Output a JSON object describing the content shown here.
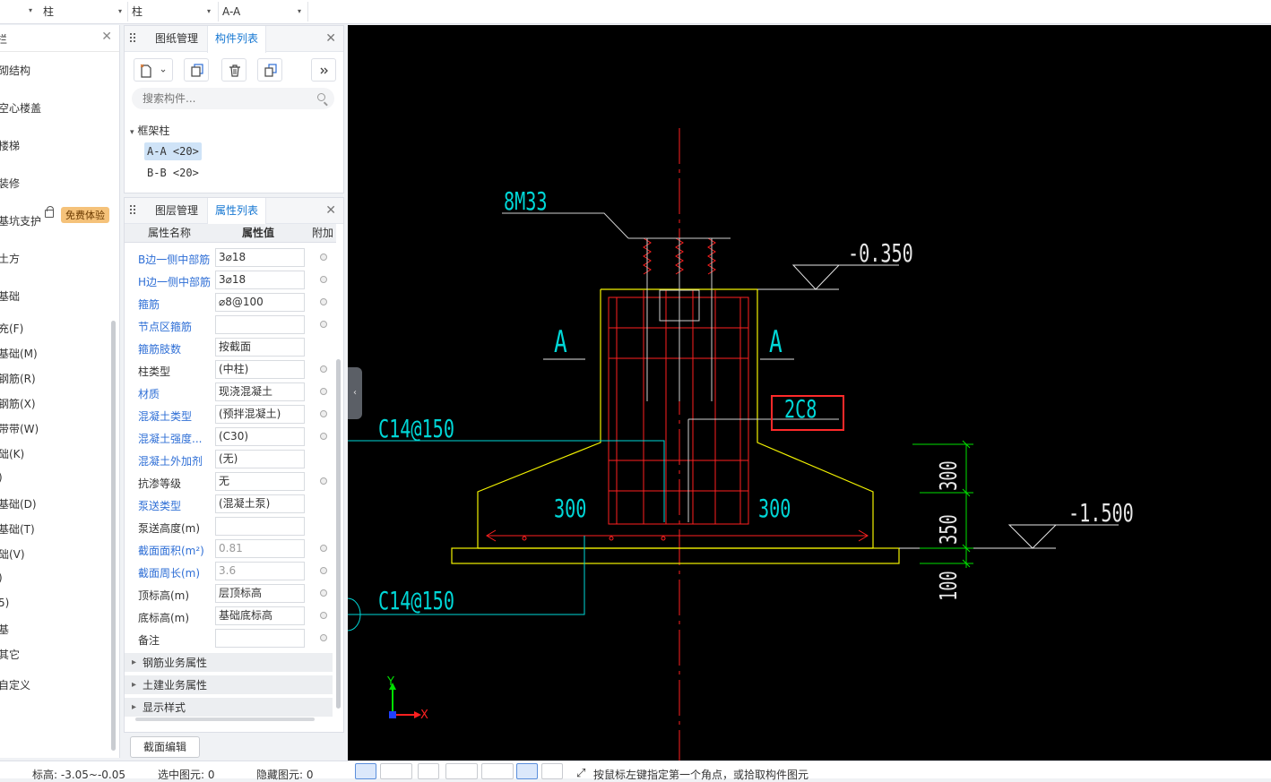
{
  "selectors": [
    {
      "value": "柱"
    },
    {
      "value": "柱"
    },
    {
      "value": "A-A"
    }
  ],
  "leftnav": {
    "title": "栏",
    "items": [
      "砌结构",
      "空心楼盖",
      "楼梯",
      "装修",
      "基坑支护",
      "土方",
      "基础",
      "充(F)",
      "基础(M)",
      "钢筋(R)",
      "钢筋(X)",
      "带带(W)",
      "础(K)",
      ")",
      "基础(D)",
      "基础(T)",
      "础(V)",
      ")",
      "5)",
      "基",
      "其它",
      "自定义"
    ],
    "badge": "免费体验"
  },
  "panel_top": {
    "tabs": [
      "图纸管理",
      "构件列表"
    ],
    "active_tab": 1,
    "search_placeholder": "搜索构件...",
    "group": "框架柱",
    "items": [
      "A-A <20>",
      "B-B <20>"
    ],
    "selected_item": 0
  },
  "panel_props": {
    "tabs": [
      "图层管理",
      "属性列表"
    ],
    "active_tab": 1,
    "columns": [
      "属性名称",
      "属性值",
      "附加"
    ],
    "rows": [
      {
        "name": "B边一侧中部筋",
        "value": "3⌀18",
        "blue": true,
        "dot": true
      },
      {
        "name": "H边一侧中部筋",
        "value": "3⌀18",
        "blue": true,
        "dot": true
      },
      {
        "name": "箍筋",
        "value": "⌀8@100",
        "blue": true,
        "dot": true
      },
      {
        "name": "节点区箍筋",
        "value": "",
        "blue": true,
        "dot": true
      },
      {
        "name": "箍筋肢数",
        "value": "按截面",
        "blue": true,
        "dot": false
      },
      {
        "name": "柱类型",
        "value": "(中柱)",
        "blue": false,
        "dot": true
      },
      {
        "name": "材质",
        "value": "现浇混凝土",
        "blue": true,
        "dot": true
      },
      {
        "name": "混凝土类型",
        "value": "(预拌混凝土)",
        "blue": true,
        "dot": true
      },
      {
        "name": "混凝土强度...",
        "value": "(C30)",
        "blue": true,
        "dot": true
      },
      {
        "name": "混凝土外加剂",
        "value": "(无)",
        "blue": true,
        "dot": false
      },
      {
        "name": "抗渗等级",
        "value": "无",
        "blue": false,
        "dot": true
      },
      {
        "name": "泵送类型",
        "value": "(混凝土泵)",
        "blue": true,
        "dot": false
      },
      {
        "name": "泵送高度(m)",
        "value": "",
        "blue": false,
        "dot": false
      },
      {
        "name": "截面面积(m²)",
        "value": "0.81",
        "blue": true,
        "dot": true,
        "grey": true
      },
      {
        "name": "截面周长(m)",
        "value": "3.6",
        "blue": true,
        "dot": true,
        "grey": true
      },
      {
        "name": "顶标高(m)",
        "value": "层顶标高",
        "blue": false,
        "dot": true
      },
      {
        "name": "底标高(m)",
        "value": "基础底标高",
        "blue": false,
        "dot": true
      },
      {
        "name": "备注",
        "value": "",
        "blue": false,
        "dot": true
      }
    ],
    "sections": [
      "钢筋业务属性",
      "土建业务属性",
      "显示样式"
    ]
  },
  "edit_button": "截面编辑",
  "drawing": {
    "labels": {
      "bolt": "8M33",
      "elev_top": "-0.350",
      "elev_bottom": "-1.500",
      "section_left": "A",
      "section_right": "A",
      "rebar_callout": "2C8",
      "stirrup_upper": "C14@150",
      "stirrup_lower": "C14@150",
      "dim_left": "300",
      "dim_right": "300",
      "dim_v1": "300",
      "dim_v2": "350",
      "dim_v3": "100",
      "axis_x": "X",
      "axis_y": "Y"
    },
    "colors": {
      "yellow": "#f2f200",
      "red": "#ff2020",
      "cyan": "#00d7d7",
      "white": "#e6e6e6",
      "green": "#00e000",
      "highlight": "#ff2a2a"
    }
  },
  "status": {
    "elevation": "标高:  -3.05~-0.05",
    "selected": "选中图元: 0",
    "hidden": "隐藏图元: 0",
    "hint": "按鼠标左键指定第一个角点，或拾取构件图元"
  }
}
